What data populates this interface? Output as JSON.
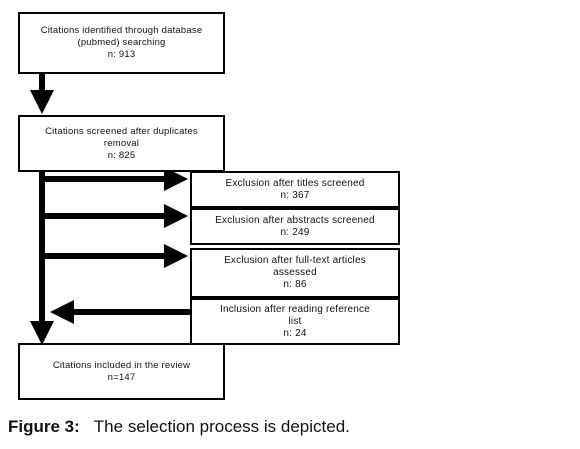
{
  "boxes": {
    "identified": {
      "line1": "Citations identified through database",
      "line2": "(pubmed) searching",
      "count": "n: 913"
    },
    "screened": {
      "line1": "Citations screened after duplicates",
      "line2": "removal",
      "count": "n: 825"
    },
    "exclusion_titles": {
      "line1": "Exclusion after titles screened",
      "count": "n: 367"
    },
    "exclusion_abstracts": {
      "line1": "Exclusion after abstracts screened",
      "count": "n: 249"
    },
    "exclusion_fulltext": {
      "line1": "Exclusion after full-text articles",
      "line2": "assessed",
      "count": "n: 86"
    },
    "inclusion_reference": {
      "line1": "Inclusion after reading reference",
      "line2": "list",
      "count": "n: 24"
    },
    "included": {
      "line1": "Citations included in the review",
      "count": "n=147"
    }
  },
  "caption": {
    "label": "Figure 3:",
    "text": "The selection process is depicted."
  }
}
